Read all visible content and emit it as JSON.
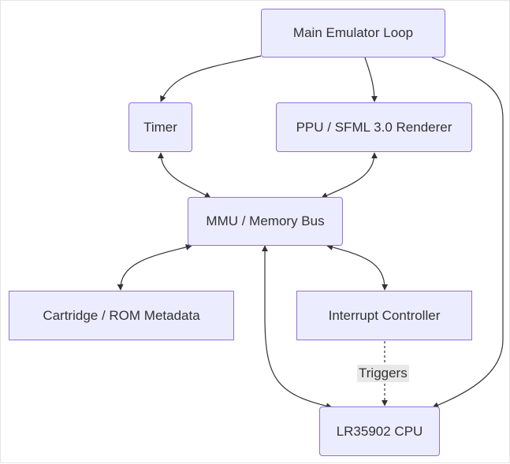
{
  "nodes": {
    "main_loop": "Main Emulator Loop",
    "timer": "Timer",
    "ppu": "PPU / SFML 3.0 Renderer",
    "mmu": "MMU / Memory Bus",
    "cartridge": "Cartridge / ROM Metadata",
    "interrupt": "Interrupt Controller",
    "cpu": "LR35902 CPU"
  },
  "edges": [
    {
      "from": "main_loop",
      "to": "timer",
      "style": "solid",
      "arrows": "end"
    },
    {
      "from": "main_loop",
      "to": "ppu",
      "style": "solid",
      "arrows": "end"
    },
    {
      "from": "main_loop",
      "to": "cpu",
      "style": "solid",
      "arrows": "end"
    },
    {
      "from": "timer",
      "to": "mmu",
      "style": "solid",
      "arrows": "both"
    },
    {
      "from": "ppu",
      "to": "mmu",
      "style": "solid",
      "arrows": "both"
    },
    {
      "from": "mmu",
      "to": "cartridge",
      "style": "solid",
      "arrows": "both"
    },
    {
      "from": "mmu",
      "to": "interrupt",
      "style": "solid",
      "arrows": "both"
    },
    {
      "from": "mmu",
      "to": "cpu",
      "style": "solid",
      "arrows": "both"
    },
    {
      "from": "interrupt",
      "to": "cpu",
      "style": "dotted",
      "arrows": "end",
      "label": "Triggers"
    }
  ],
  "colors": {
    "node_fill": "#ececff",
    "node_border": "#9370db",
    "edge": "#333333",
    "label_bg": "#e8e8e8"
  }
}
